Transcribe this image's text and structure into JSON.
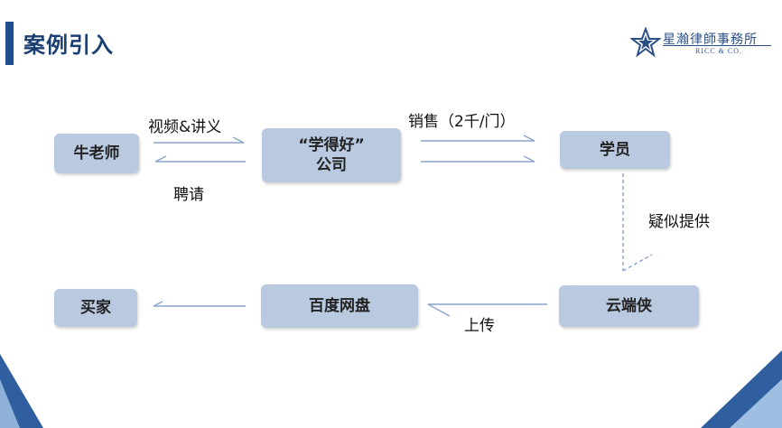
{
  "header": {
    "title": "案例引入"
  },
  "logo": {
    "name": "星瀚律師事務所",
    "sub": "RICC & CO."
  },
  "nodes": {
    "teacher": "牛老师",
    "company": "“学得好”\n公司",
    "student": "学员",
    "yunduanxia": "云端侠",
    "baidu": "百度网盘",
    "buyer": "买家"
  },
  "edges": {
    "video": "视频&讲义",
    "hire": "聘请",
    "sale": "销售（2千/门）",
    "suspected": "疑似提供",
    "upload": "上传"
  },
  "colors": {
    "accent": "#1f4e8c",
    "node_fill": "#b9c9e0",
    "arrow": "#7f9bc4"
  }
}
